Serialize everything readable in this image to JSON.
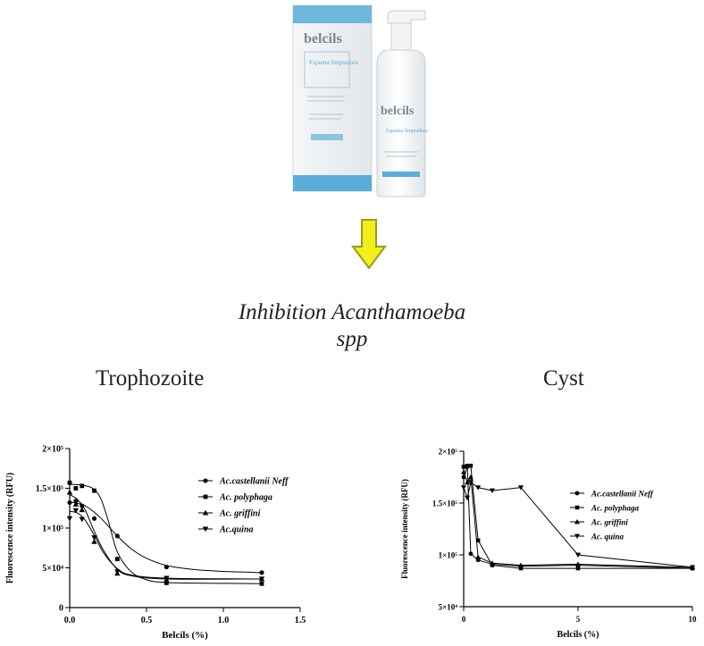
{
  "product": {
    "brand": "belcils",
    "box_label": "Espuma limpiadora",
    "bottle_label": "Espuma limpiadora"
  },
  "heading": {
    "line1": "Inhibition Acanthamoeba",
    "line2": "spp"
  },
  "panels": {
    "left_title": "Trophozoite",
    "right_title": "Cyst"
  },
  "colors": {
    "arrow_fill": "#f2ee1a",
    "arrow_stroke": "#9a9a20",
    "product_blue": "#5aaed8"
  },
  "chart_data": [
    {
      "type": "line",
      "title": "",
      "xlabel": "Belcils (%)",
      "ylabel": "Fluorescence intensity (RFU)",
      "xlim": [
        0,
        1.5
      ],
      "ylim": [
        0,
        200000
      ],
      "x_ticks": [
        "0.0",
        "0.5",
        "1.0",
        "1.5"
      ],
      "x_tick_values": [
        0,
        0.5,
        1.0,
        1.5
      ],
      "y_ticks": [
        "0",
        "5×10⁴",
        "1×10⁵",
        "1.5×10⁵",
        "2×10⁵"
      ],
      "y_tick_values": [
        0,
        50000,
        100000,
        150000,
        200000
      ],
      "legend_position": "right",
      "series": [
        {
          "name": "Ac.castellanii Neff",
          "marker": "circle",
          "x": [
            0,
            0.04,
            0.08,
            0.16,
            0.31,
            0.63,
            1.25
          ],
          "y": [
            132000,
            134000,
            128000,
            112000,
            90000,
            51000,
            44000
          ],
          "curve": [
            [
              0,
              133000
            ],
            [
              0.1,
              128000
            ],
            [
              0.2,
              113000
            ],
            [
              0.3,
              92000
            ],
            [
              0.4,
              74000
            ],
            [
              0.5,
              62000
            ],
            [
              0.63,
              53000
            ],
            [
              0.8,
              48000
            ],
            [
              1.0,
              45500
            ],
            [
              1.25,
              44000
            ]
          ]
        },
        {
          "name": "Ac. polyphaga",
          "marker": "square",
          "x": [
            0,
            0.04,
            0.08,
            0.16,
            0.31,
            0.63,
            1.25
          ],
          "y": [
            157000,
            150000,
            153000,
            147000,
            61000,
            31000,
            30000
          ],
          "curve": [
            [
              0,
              155000
            ],
            [
              0.08,
              154000
            ],
            [
              0.15,
              150000
            ],
            [
              0.2,
              138000
            ],
            [
              0.25,
              110000
            ],
            [
              0.31,
              70000
            ],
            [
              0.4,
              45000
            ],
            [
              0.5,
              35000
            ],
            [
              0.63,
              31500
            ],
            [
              1.0,
              30500
            ],
            [
              1.25,
              30000
            ]
          ]
        },
        {
          "name": "Ac. griffini",
          "marker": "triangle-up",
          "x": [
            0,
            0.04,
            0.08,
            0.16,
            0.31,
            0.63,
            1.25
          ],
          "y": [
            145000,
            130000,
            123000,
            83000,
            43000,
            35000,
            36000
          ],
          "curve": [
            [
              0,
              142000
            ],
            [
              0.05,
              136000
            ],
            [
              0.1,
              123000
            ],
            [
              0.16,
              96000
            ],
            [
              0.22,
              72000
            ],
            [
              0.31,
              48000
            ],
            [
              0.4,
              40000
            ],
            [
              0.63,
              36000
            ],
            [
              1.25,
              36000
            ]
          ]
        },
        {
          "name": "Ac.quina",
          "marker": "triangle-down",
          "x": [
            0,
            0.04,
            0.08,
            0.16,
            0.31,
            0.63,
            1.25
          ],
          "y": [
            112000,
            122000,
            111000,
            88000,
            45000,
            37000,
            36000
          ],
          "curve": [
            [
              0,
              121000
            ],
            [
              0.05,
              119000
            ],
            [
              0.1,
              110000
            ],
            [
              0.16,
              91000
            ],
            [
              0.22,
              69000
            ],
            [
              0.31,
              49000
            ],
            [
              0.4,
              41000
            ],
            [
              0.63,
              37000
            ],
            [
              1.25,
              36000
            ]
          ]
        }
      ]
    },
    {
      "type": "line",
      "title": "",
      "xlabel": "Belcils (%)",
      "ylabel": "Fluorescence intensity (RFU)",
      "xlim": [
        0,
        10
      ],
      "ylim": [
        50000,
        200000
      ],
      "x_ticks": [
        "0",
        "5",
        "10"
      ],
      "x_tick_values": [
        0,
        5,
        10
      ],
      "y_ticks": [
        "5×10⁴",
        "1×10⁵",
        "1.5×10⁵",
        "2×10⁵"
      ],
      "y_tick_values": [
        50000,
        100000,
        150000,
        200000
      ],
      "legend_position": "right",
      "series": [
        {
          "name": "Ac.castellanii Neff",
          "marker": "circle",
          "x": [
            0,
            0.16,
            0.31,
            0.63,
            1.25,
            2.5,
            5,
            10
          ],
          "y": [
            175000,
            185000,
            101000,
            95000,
            91000,
            89000,
            90000,
            87000
          ]
        },
        {
          "name": "Ac. polyphaga",
          "marker": "square",
          "x": [
            0,
            0.16,
            0.31,
            0.63,
            1.25,
            2.5,
            5,
            10
          ],
          "y": [
            185000,
            186000,
            186000,
            114000,
            90000,
            87000,
            87000,
            87000
          ]
        },
        {
          "name": "Ac. griffini",
          "marker": "triangle-up",
          "x": [
            0,
            0.16,
            0.31,
            0.63,
            1.25,
            2.5,
            5,
            10
          ],
          "y": [
            180000,
            170000,
            175000,
            98000,
            92000,
            90000,
            91000,
            88000
          ]
        },
        {
          "name": "Ac. quina",
          "marker": "triangle-down",
          "x": [
            0,
            0.16,
            0.31,
            0.63,
            1.25,
            2.5,
            5,
            10
          ],
          "y": [
            165000,
            155000,
            170000,
            165000,
            162000,
            165000,
            100000,
            88000
          ]
        }
      ]
    }
  ]
}
